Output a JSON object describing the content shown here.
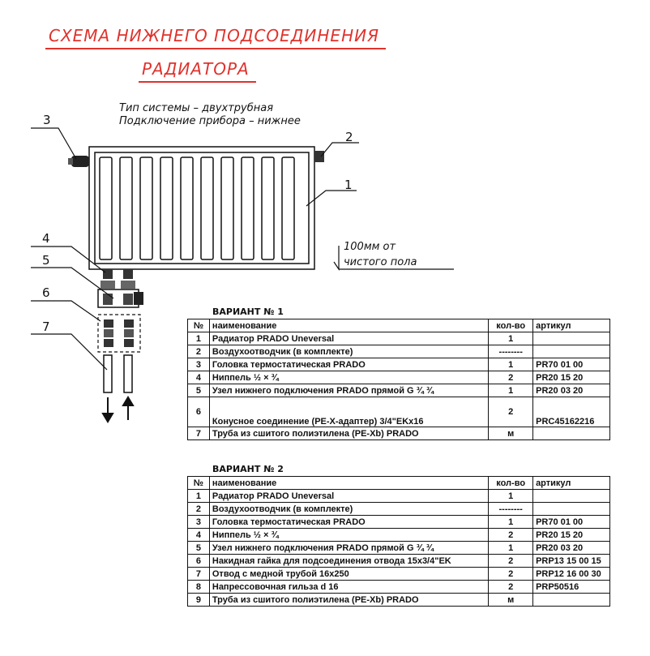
{
  "title": {
    "line1": "СХЕМА НИЖНЕГО ПОДСОЕДИНЕНИЯ",
    "line2": "РАДИАТОРА"
  },
  "system": {
    "type_line": "Тип системы – двухтрубная",
    "connection_line": "Подключение прибора – нижнее"
  },
  "callouts": [
    "1",
    "2",
    "3",
    "4",
    "5",
    "6",
    "7"
  ],
  "floor_note": {
    "line1": "100мм от",
    "line2": "чистого пола"
  },
  "variant1": {
    "title": "ВАРИАНТ № 1",
    "headers": [
      "№",
      "наименование",
      "кол-во",
      "артикул"
    ],
    "rows": [
      {
        "n": "1",
        "name": "Радиатор PRADO Uneversal",
        "qty": "1",
        "art": ""
      },
      {
        "n": "2",
        "name": "Воздухоотводчик (в комплекте)",
        "qty": "--------",
        "art": ""
      },
      {
        "n": "3",
        "name": "Головка термостатическая PRADO",
        "qty": "1",
        "art": "PR70 01 00"
      },
      {
        "n": "4",
        "name": "Ниппель ½ × ¾",
        "qty": "2",
        "art": "PR20 15 20"
      },
      {
        "n": "5",
        "name": "Узел нижнего подключения PRADO прямой G ¾ ¾",
        "qty": "1",
        "art": "PR20 03 20"
      },
      {
        "n": "6",
        "name": "Конусное соединение (PE-X-адаптер) 3/4\"EKx16",
        "qty": "2",
        "art": "PRC45162216"
      },
      {
        "n": "7",
        "name": "Труба из сшитого полиэтилена (PE-Xb) PRADO",
        "qty": "м",
        "art": ""
      }
    ]
  },
  "variant2": {
    "title": "ВАРИАНТ № 2",
    "headers": [
      "№",
      "наименование",
      "кол-во",
      "артикул"
    ],
    "rows": [
      {
        "n": "1",
        "name": "Радиатор PRADO Uneversal",
        "qty": "1",
        "art": ""
      },
      {
        "n": "2",
        "name": "Воздухоотводчик (в комплекте)",
        "qty": "--------",
        "art": ""
      },
      {
        "n": "3",
        "name": "Головка термостатическая PRADO",
        "qty": "1",
        "art": "PR70 01 00"
      },
      {
        "n": "4",
        "name": "Ниппель ½ × ¾",
        "qty": "2",
        "art": "PR20 15 20"
      },
      {
        "n": "5",
        "name": "Узел нижнего подключения PRADO прямой G ¾ ¾",
        "qty": "1",
        "art": "PR20 03 20"
      },
      {
        "n": "6",
        "name": "Накидная гайка для подсоединения отвода 15x3/4\"EK",
        "qty": "2",
        "art": "PRP13 15 00 15"
      },
      {
        "n": "7",
        "name": "Отвод с медной трубой 16x250",
        "qty": "2",
        "art": "PRP12 16 00 30"
      },
      {
        "n": "8",
        "name": "Напрессовочная гильза d 16",
        "qty": "2",
        "art": "PRP50516"
      },
      {
        "n": "9",
        "name": "Труба из сшитого полиэтилена (PE-Xb) PRADO",
        "qty": "м",
        "art": ""
      }
    ]
  },
  "colors": {
    "title_red": "#e0322c",
    "ink": "#111111"
  }
}
